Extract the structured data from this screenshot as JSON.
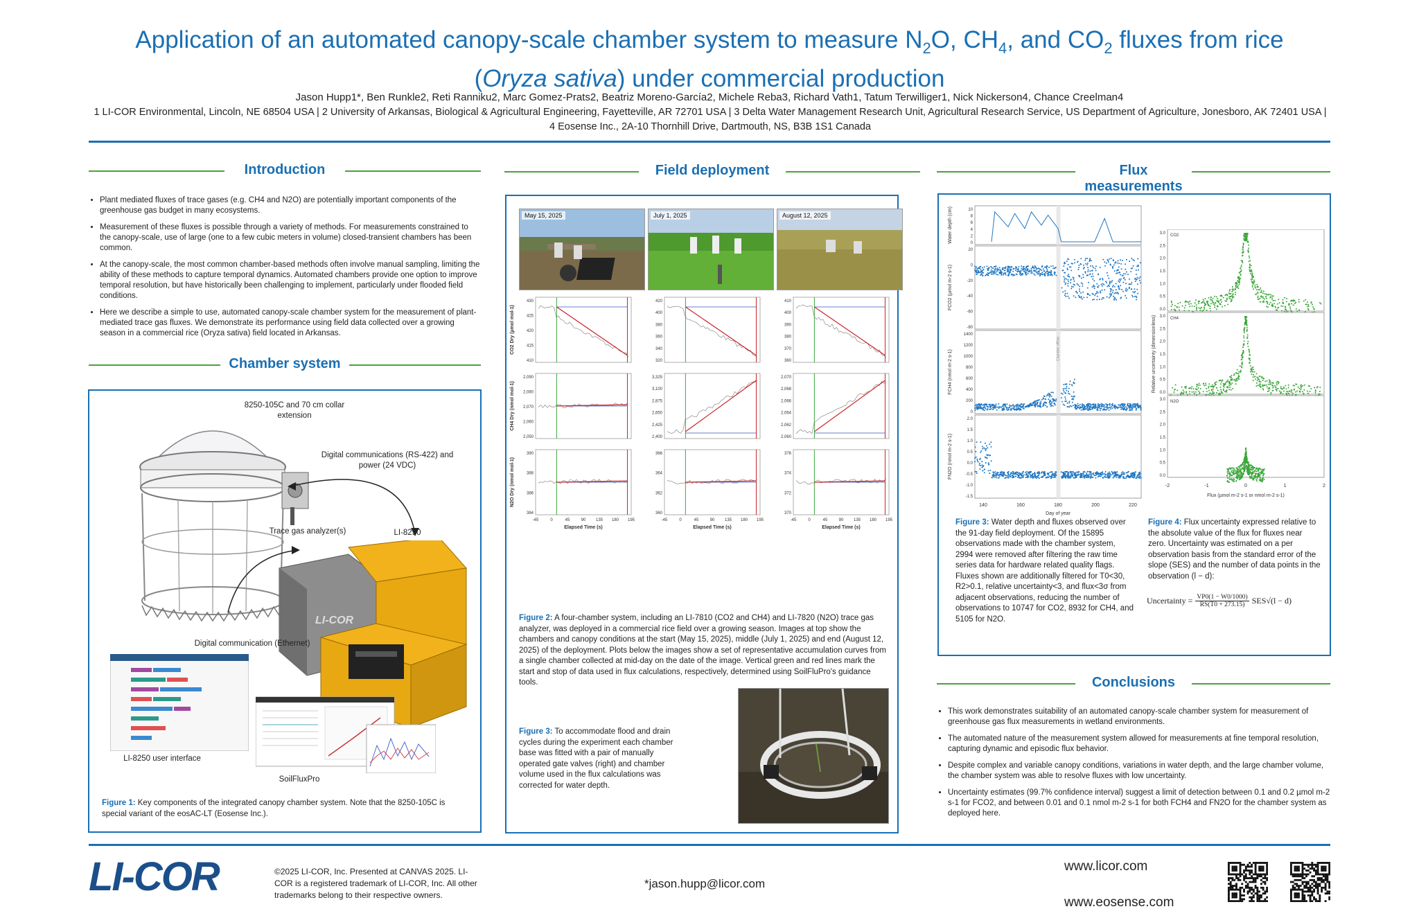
{
  "header": {
    "title_line1_a": "Application of an automated canopy-scale chamber system to measure N",
    "title_line1_b": "O, CH",
    "title_line1_c": ", and CO",
    "title_line1_d": " fluxes from rice",
    "title_sub2": "2",
    "title_sub4": "4",
    "title_line2_a": "(",
    "title_line2_italic": "Oryza sativa",
    "title_line2_b": ") under commercial production",
    "authors": "Jason Hupp1*, Ben Runkle2, Reti Ranniku2, Marc Gomez-Prats2, Beatriz Moreno-García2, Michele Reba3, Richard Vath1, Tatum Terwilliger1, Nick Nickerson4, Chance Creelman4",
    "affiliations": "1 LI-COR Environmental, Lincoln, NE 68504 USA | 2 University of Arkansas, Biological & Agricultural Engineering, Fayetteville, AR 72701 USA | 3 Delta Water Management Research Unit, Agricultural Research Service, US Department of Agriculture, Jonesboro, AK 72401 USA  | 4 Eosense Inc., 2A-10 Thornhill Drive, Dartmouth, NS, B3B 1S1 Canada"
  },
  "introduction": {
    "heading": "Introduction",
    "bullets": [
      "Plant mediated fluxes of trace gases (e.g. CH4 and N2O) are potentially important components of the greenhouse gas budget in many ecosystems.",
      "Measurement of these fluxes is possible through a variety of methods. For measurements constrained to the canopy-scale, use of large (one to a few cubic meters in volume) closed-transient chambers has been common.",
      "At the canopy-scale, the most common chamber-based methods often involve manual sampling, limiting the ability of these methods to capture temporal dynamics. Automated chambers provide one option to improve temporal resolution, but have historically been challenging to implement, particularly under flooded field conditions.",
      "Here we describe a simple to use, automated canopy-scale chamber system for the measurement of plant-mediated trace gas fluxes. We demonstrate its performance using field data collected over a growing season in a commercial rice (Oryza sativa) field located in Arkansas."
    ]
  },
  "chamber_system": {
    "heading": "Chamber system",
    "labels": {
      "chamber": "8250-105C and 70 cm collar extension",
      "digital_power": "Digital communications (RS-422) and power (24 VDC)",
      "analyzer": "Trace gas analyzer(s)",
      "li8250": "LI-8250",
      "ethernet": "Digital communication (Ethernet)",
      "ui": "LI-8250 user interface",
      "sfp": "SoilFluxPro",
      "case_brand": "LI-COR"
    },
    "fig_label": "Figure 1:",
    "fig_caption": " Key components of the integrated canopy chamber system. Note that the 8250-105C is special variant of the eosAC-LT (Eosense Inc.)."
  },
  "field_deployment": {
    "heading": "Field deployment",
    "dates": [
      "May 15, 2025",
      "July 1, 2025",
      "August 12, 2025"
    ],
    "row_ylabels": [
      "CO2 Dry (µmol mol-1)",
      "CH4 Dry (nmol mol-1)",
      "N2O Dry (nmol mol-1)"
    ],
    "xlabel": "Elapsed Time (s)",
    "x_ticks": [
      "-45",
      "0",
      "45",
      "90",
      "135",
      "180",
      "195"
    ],
    "yticks": [
      [
        "430",
        "425",
        "420",
        "415",
        "410"
      ],
      [
        "420",
        "400",
        "380",
        "360",
        "340",
        "320"
      ],
      [
        "410",
        "400",
        "390",
        "380",
        "370",
        "360"
      ],
      [
        "2,090",
        "2,080",
        "2,070",
        "2,060",
        "2,050"
      ],
      [
        "3,325",
        "3,100",
        "2,875",
        "2,650",
        "2,425",
        "2,400"
      ],
      [
        "2,070",
        "2,068",
        "2,066",
        "2,064",
        "2,062",
        "2,060"
      ],
      [
        "390",
        "388",
        "386",
        "384"
      ],
      [
        "366",
        "364",
        "362",
        "360"
      ],
      [
        "376",
        "374",
        "372",
        "370"
      ]
    ],
    "fig2_label": "Figure 2:",
    "fig2_caption": " A four-chamber system, including an LI-7810 (CO2 and CH4) and LI-7820 (N2O) trace gas analyzer, was deployed in a commercial rice field over a growing season. Images at top show the chambers and canopy conditions at the start (May 15, 2025), middle (July 1, 2025) and end (August 12, 2025) of the deployment. Plots below the images show a set of representative accumulation curves from a single chamber collected at mid-day on the date of the image. Vertical green and red lines mark the start and stop of data used in flux calculations, respectively, determined using SoilFluPro's guidance tools.",
    "fig3_label": "Figure 3:",
    "fig3_caption": " To accommodate flood and drain cycles during the experiment each chamber base was fitted with a pair of manually operated gate valves (right) and chamber volume used in the flux calculations was corrected for water depth."
  },
  "flux_measurements": {
    "heading": "Flux measurements",
    "left_ylabels": [
      "Water depth (cm)",
      "FCO2 (µmol m-2 s-1)",
      "FCH4 (nmol m-2 s-1)",
      "FN2O (nmol m-2 s-1)"
    ],
    "left_xlabel": "Day of year",
    "left_xticks": [
      "140",
      "160",
      "180",
      "200",
      "220"
    ],
    "wd_ticks": [
      "10",
      "8",
      "6",
      "4",
      "2",
      "0"
    ],
    "co2_ticks": [
      "20",
      "0",
      "-20",
      "-40",
      "-60",
      "-80"
    ],
    "ch4_ticks": [
      "1400",
      "1200",
      "1000",
      "800",
      "600",
      "400",
      "200",
      "0"
    ],
    "n2o_ticks": [
      "2.0",
      "1.5",
      "1.0",
      "0.5",
      "0.0",
      "-0.5",
      "-1.0",
      "-1.5"
    ],
    "right_ylabel": "Relative uncertainty (dimensionless)",
    "right_xlabel": "Flux (µmol m-2 s-1 or nmol m-2 s-1)",
    "right_xticks": [
      "-2",
      "-1",
      "0",
      "1",
      "2"
    ],
    "right_yticks": [
      "3.0",
      "2.5",
      "2.0",
      "1.5",
      "1.0",
      "0.5",
      "0.0"
    ],
    "gas_labels": [
      "CO2",
      "CH4",
      "N2O"
    ],
    "annotation": "Chamber offline",
    "fig3_label": "Figure 3:",
    "fig3_caption": " Water depth and fluxes observed over the 91-day field deployment. Of the 15895 observations made with the chamber system, 2994 were removed after filtering the raw time series data for hardware related quality flags. Fluxes shown are additionally filtered for T0<30, R2>0.1, relative uncertainty<3, and flux<3σ from adjacent observations, reducing the number of observations to 10747 for CO2, 8932 for CH4, and 5105 for N2O.",
    "fig4_label": "Figure 4:",
    "fig4_caption": " Flux uncertainty expressed relative to the absolute value of the flux for fluxes near zero. Uncertainty was estimated on a per observation basis from the standard error of the slope (SES) and the number of data points in the observation (l − d):",
    "equation_lhs": "Uncertainty = ",
    "equation_num": "VP0(1 − W0/1000)",
    "equation_den": "RS(T0 + 273.15)",
    "equation_rhs": "SES√(l − d)"
  },
  "conclusions": {
    "heading": "Conclusions",
    "bullets": [
      "This work demonstrates suitability of an automated canopy-scale chamber system for measurement of greenhouse gas flux measurements in wetland environments.",
      "The automated nature of the measurement system allowed for measurements at fine temporal resolution, capturing dynamic and episodic flux behavior.",
      "Despite complex and variable canopy conditions, variations in water depth, and the large chamber volume, the chamber system was able to resolve fluxes with low uncertainty.",
      "Uncertainty estimates (99.7% confidence interval) suggest a limit of detection between 0.1 and 0.2 µmol m-2 s-1 for FCO2, and between 0.01 and 0.1 nmol m-2 s-1 for both FCH4 and FN2O for the chamber system as deployed here."
    ]
  },
  "footer": {
    "logo": "LI-COR",
    "copyright": "©2025 LI-COR, Inc. Presented at CANVAS 2025. LI-COR is a registered trademark of LI-COR, Inc. All other trademarks belong to their respective owners.",
    "email": "*jason.hupp@licor.com",
    "url1": "www.licor.com",
    "url2": "www.eosense.com"
  },
  "colors": {
    "accent_blue": "#1a6fb3",
    "section_green": "#4aa23a",
    "plot_blue": "#1f77c4",
    "plot_green": "#3aa63a",
    "plot_red": "#cc2222"
  }
}
